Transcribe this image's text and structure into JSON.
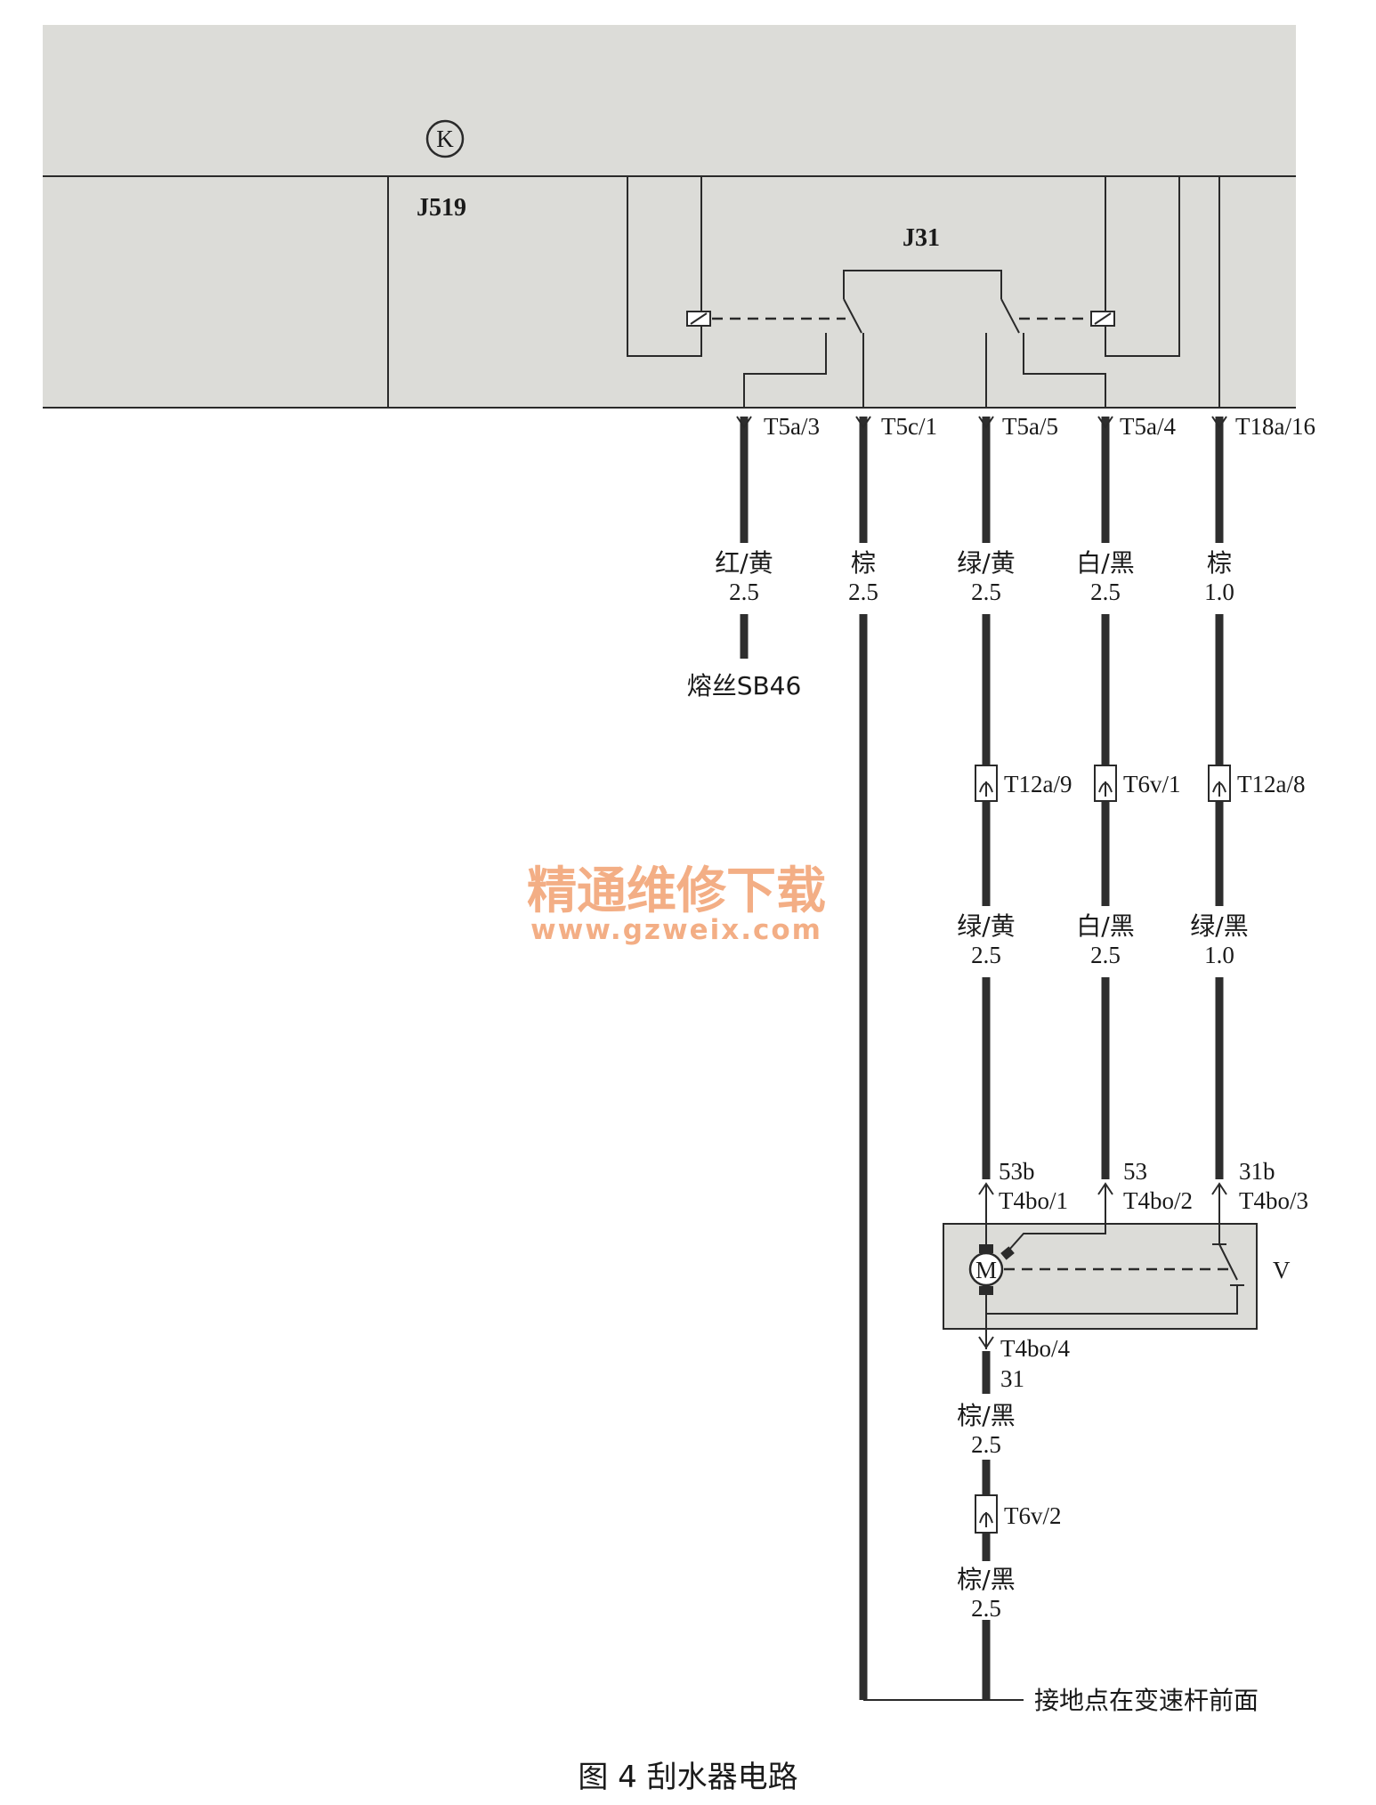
{
  "components": {
    "circle_symbol": "K",
    "j519": "J519",
    "j31": "J31",
    "motor_symbol": "M",
    "wiper_motor": "V"
  },
  "top_connectors": [
    {
      "pin": "T5a/3",
      "color": "红/黄",
      "size": "2.5"
    },
    {
      "pin": "T5c/1",
      "color": "棕",
      "size": "2.5"
    },
    {
      "pin": "T5a/5",
      "color": "绿/黄",
      "size": "2.5"
    },
    {
      "pin": "T5a/4",
      "color": "白/黑",
      "size": "2.5"
    },
    {
      "pin": "T18a/16",
      "color": "棕",
      "size": "1.0"
    }
  ],
  "fuse": "熔丝SB46",
  "mid_connectors": [
    {
      "pin": "T12a/9",
      "color": "绿/黄",
      "size": "2.5"
    },
    {
      "pin": "T6v/1",
      "color": "白/黑",
      "size": "2.5"
    },
    {
      "pin": "T12a/8",
      "color": "绿/黑",
      "size": "1.0"
    }
  ],
  "motor_pins": [
    {
      "terminal": "53b",
      "pin": "T4bo/1"
    },
    {
      "terminal": "53",
      "pin": "T4bo/2"
    },
    {
      "terminal": "31b",
      "pin": "T4bo/3"
    }
  ],
  "motor_ground": {
    "pin": "T4bo/4",
    "terminal": "31",
    "wire1_color": "棕/黑",
    "wire1_size": "2.5",
    "connector": "T6v/2",
    "wire2_color": "棕/黑",
    "wire2_size": "2.5"
  },
  "ground_point": "接地点在变速杆前面",
  "watermark": {
    "cn": "精通维修下载",
    "url": "www.gzweix.com"
  },
  "caption": "图 4   刮水器电路"
}
